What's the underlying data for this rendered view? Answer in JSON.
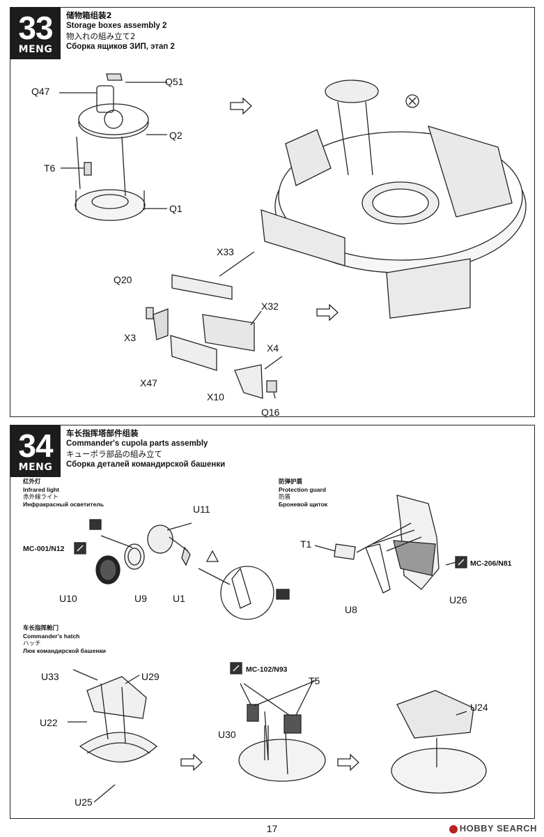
{
  "step33": {
    "number": "33",
    "brand": "MENG",
    "title_cn": "储物箱组装2",
    "title_en": "Storage boxes assembly 2",
    "title_jp": "物入れの組み立て2",
    "title_ru": "Сборка ящиков ЗИП, этап 2",
    "labels": {
      "q51": "Q51",
      "q47": "Q47",
      "q2": "Q2",
      "t6": "T6",
      "q1": "Q1",
      "x33": "X33",
      "q20": "Q20",
      "x32": "X32",
      "x3": "X3",
      "x4": "X4",
      "x47": "X47",
      "x10": "X10",
      "q16": "Q16"
    }
  },
  "step34": {
    "number": "34",
    "brand": "MENG",
    "title_cn": "车长指挥塔部件组装",
    "title_en": "Commander's cupola parts assembly",
    "title_jp": "キューポラ部品の組み立て",
    "title_ru": "Сборка деталей командирской башенки",
    "infrared": {
      "cn": "红外灯",
      "en": "Infrared light",
      "jp": "赤外線ライト",
      "ru": "Инфракрасный осветитель",
      "paint": "MC-001/N12",
      "labels": {
        "u11": "U11",
        "u10": "U10",
        "u9": "U9",
        "u1": "U1"
      }
    },
    "guard": {
      "cn": "防弹护盾",
      "en": "Protection guard",
      "jp": "防盾",
      "ru": "Броневой щиток",
      "paint": "MC-206/N81",
      "labels": {
        "t1": "T1",
        "u8": "U8",
        "u26": "U26"
      }
    },
    "hatch": {
      "cn": "车长指挥舱门",
      "en": "Commander's hatch",
      "jp": "ハッチ",
      "ru": "Люк командирской башенки",
      "paint": "MC-102/N93",
      "labels": {
        "u33": "U33",
        "u29": "U29",
        "u22": "U22",
        "u25": "U25",
        "t5": "T5",
        "u30": "U30",
        "u24": "U24"
      }
    }
  },
  "page_number": "17",
  "watermark": "HOBBY SEARCH"
}
